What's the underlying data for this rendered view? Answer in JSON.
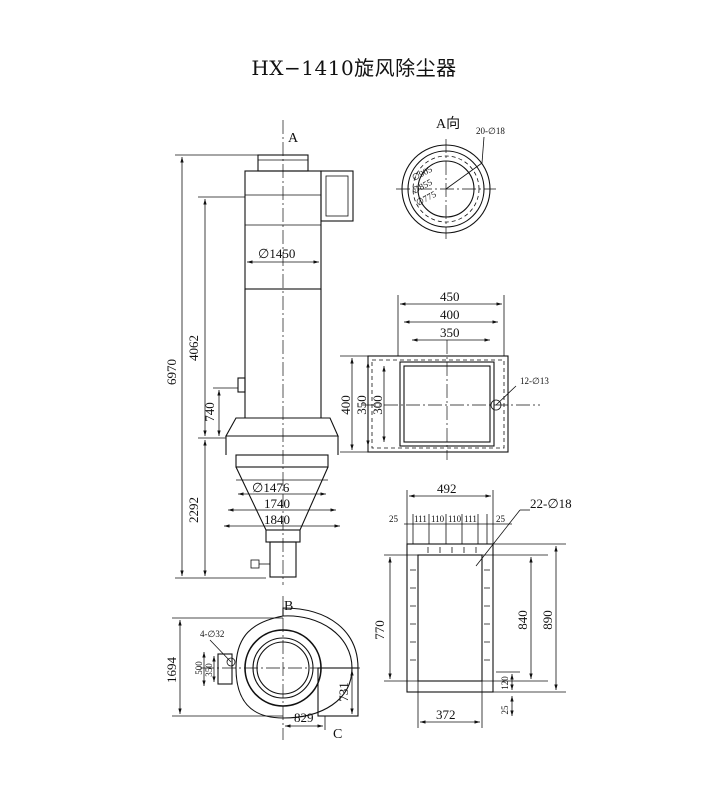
{
  "title": "HX−1410旋风除尘器",
  "labels": {
    "view_a": "A",
    "view_a_dir": "A向",
    "view_b": "B",
    "view_c": "C"
  },
  "front_view": {
    "d_total": "6970",
    "d_upper": "4062",
    "d_inlet": "740",
    "d_lower": "2292",
    "d_dia_body": "∅1450",
    "d_dia_cone": "∅1476",
    "d_1740": "1740",
    "d_1840": "1840"
  },
  "a_view": {
    "d_905": "∅905",
    "d_855": "∅855",
    "d_775": "∅775",
    "d_holes": "20-∅18"
  },
  "inlet_flange": {
    "d_450": "450",
    "d_400": "400",
    "d_350": "350",
    "d_h400": "400",
    "d_h350": "350",
    "d_h300": "300",
    "d_holes": "12-∅13"
  },
  "outlet_flange": {
    "d_492": "492",
    "d_25a": "25",
    "d_111a": "111",
    "d_110a": "110",
    "d_110b": "110",
    "d_111b": "111",
    "d_25b": "25",
    "d_holes": "22-∅18",
    "d_770": "770",
    "d_840": "840",
    "d_890": "890",
    "d_120": "120",
    "d_25c": "25",
    "d_372": "372"
  },
  "plan_view": {
    "d_1694": "1694",
    "d_500": "500",
    "d_350": "350",
    "d_holes": "4-∅32",
    "d_731": "731",
    "d_829": "829"
  }
}
